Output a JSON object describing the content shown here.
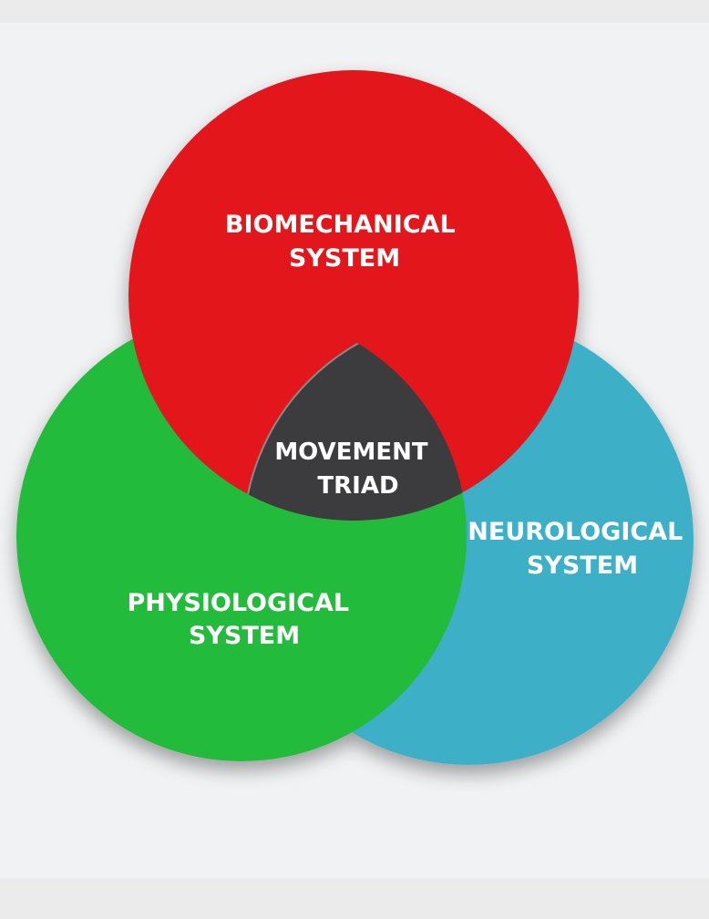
{
  "diagram": {
    "circles": {
      "biomechanical": {
        "line1": "BIOMECHANICAL",
        "line2": "SYSTEM",
        "color": "#e3151f"
      },
      "physiological": {
        "line1": "PHYSIOLOGICAL",
        "line2": "SYSTEM",
        "color": "#22bb3a"
      },
      "neurological": {
        "line1": "NEUROLOGICAL",
        "line2": "SYSTEM",
        "color": "#3cb0c8"
      }
    },
    "center": {
      "line1": "MOVEMENT",
      "line2": "TRIAD",
      "color": "#3c3c3e"
    },
    "background_color": "#f1f2f3"
  }
}
